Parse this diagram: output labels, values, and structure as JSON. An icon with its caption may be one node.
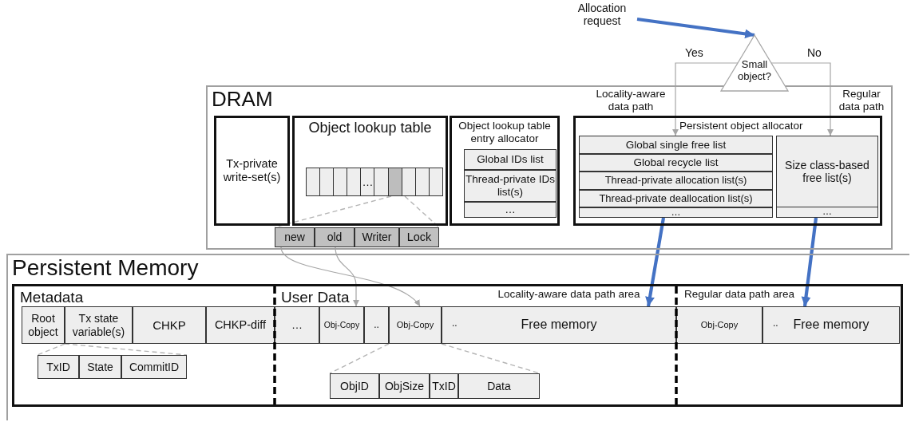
{
  "diagram": {
    "nodes": [
      {
        "text": [
          "DRAM"
        ]
      },
      {
        "text": [
          "Tx-private write-set(s)"
        ],
        "in": 0
      },
      {
        "text": [
          "Object lookup table"
        ],
        "in": 0
      },
      {
        "text": [
          "…"
        ],
        "in": 2
      },
      {
        "text": [
          "new"
        ],
        "in": 0
      },
      {
        "text": [
          "old"
        ],
        "in": 0
      },
      {
        "text": [
          "Writer"
        ],
        "in": 0
      },
      {
        "text": [
          "Lock"
        ],
        "in": 0
      },
      {
        "text": [
          "Object lookup table entry allocator"
        ],
        "in": 0
      },
      {
        "text": [
          "Global IDs list"
        ],
        "in": 8
      },
      {
        "text": [
          "Thread-private IDs list(s)"
        ],
        "in": 8
      },
      {
        "text": [
          "…"
        ],
        "in": 8
      },
      {
        "text": [
          "Persistent object allocator"
        ],
        "in": 0
      },
      {
        "text": [
          "Global single free list"
        ],
        "in": 12
      },
      {
        "text": [
          "Global recycle list"
        ],
        "in": 12
      },
      {
        "text": [
          "Thread-private allocation list(s)"
        ],
        "in": 12
      },
      {
        "text": [
          "Thread-private deallocation list(s)"
        ],
        "in": 12
      },
      {
        "text": [
          "…"
        ],
        "in": 12
      },
      {
        "text": [
          "Size class-based free list(s)",
          "…"
        ],
        "in": 12
      },
      {
        "text": [
          "Small object?"
        ]
      },
      {
        "text": [
          "Allocation request"
        ]
      },
      {
        "text": [
          "Persistent Memory"
        ]
      },
      {
        "text": [
          "Metadata",
          "User Data"
        ],
        "in": 21
      },
      {
        "text": [
          "Root object"
        ],
        "in": 22
      },
      {
        "text": [
          "Tx state variable(s)"
        ],
        "in": 22
      },
      {
        "text": [
          "CHKP"
        ],
        "in": 22
      },
      {
        "text": [
          "CHKP-diff"
        ],
        "in": 22
      },
      {
        "text": [
          "…"
        ],
        "in": 22
      },
      {
        "text": [
          "Obj-Copy"
        ],
        "in": 22
      },
      {
        "text": [
          ".."
        ],
        "in": 22
      },
      {
        "text": [
          "Obj-Copy"
        ],
        "in": 22
      },
      {
        "text": [
          "..",
          "Free memory"
        ],
        "in": 22
      },
      {
        "text": [
          "Obj-Copy"
        ],
        "in": 22
      },
      {
        "text": [
          "..",
          "Free memory"
        ],
        "in": 22
      },
      {
        "text": [
          "TxID"
        ],
        "in": 22
      },
      {
        "text": [
          "State"
        ],
        "in": 22
      },
      {
        "text": [
          "CommitID"
        ],
        "in": 22
      },
      {
        "text": [
          "ObjID"
        ],
        "in": 22
      },
      {
        "text": [
          "ObjSize"
        ],
        "in": 22
      },
      {
        "text": [
          "TxID"
        ],
        "in": 22
      },
      {
        "text": [
          "Data"
        ],
        "in": 22
      }
    ],
    "edges": [
      {
        "from": 20,
        "to": 19,
        "arrow": "to",
        "style": "thick",
        "color": "#4472c4"
      },
      {
        "from": 19,
        "to": 13,
        "arrow": "to",
        "label": "Yes"
      },
      {
        "from": 19,
        "to": 18,
        "arrow": "to",
        "label": "No"
      },
      {
        "from": 17,
        "to": 31,
        "arrow": "to",
        "style": "thick",
        "color": "#4472c4"
      },
      {
        "from": 18,
        "to": 33,
        "arrow": "to",
        "style": "thick",
        "color": "#4472c4"
      },
      {
        "from": 4,
        "to": 30,
        "arrow": "to"
      },
      {
        "from": 5,
        "to": 28,
        "arrow": "to"
      },
      {
        "from": 3,
        "to": 4,
        "arrow": "none",
        "style": "dashed"
      },
      {
        "from": 3,
        "to": 7,
        "arrow": "none",
        "style": "dashed"
      },
      {
        "from": 23,
        "to": 34,
        "arrow": "none",
        "style": "dashed"
      },
      {
        "from": 24,
        "to": 36,
        "arrow": "none",
        "style": "dashed"
      },
      {
        "from": 30,
        "to": 37,
        "arrow": "none",
        "style": "dashed"
      },
      {
        "from": 30,
        "to": 40,
        "arrow": "none",
        "style": "dashed"
      }
    ],
    "labels": [
      "Locality-aware data path",
      "Regular data path",
      "Locality-aware data path area",
      "Regular data path area"
    ]
  }
}
